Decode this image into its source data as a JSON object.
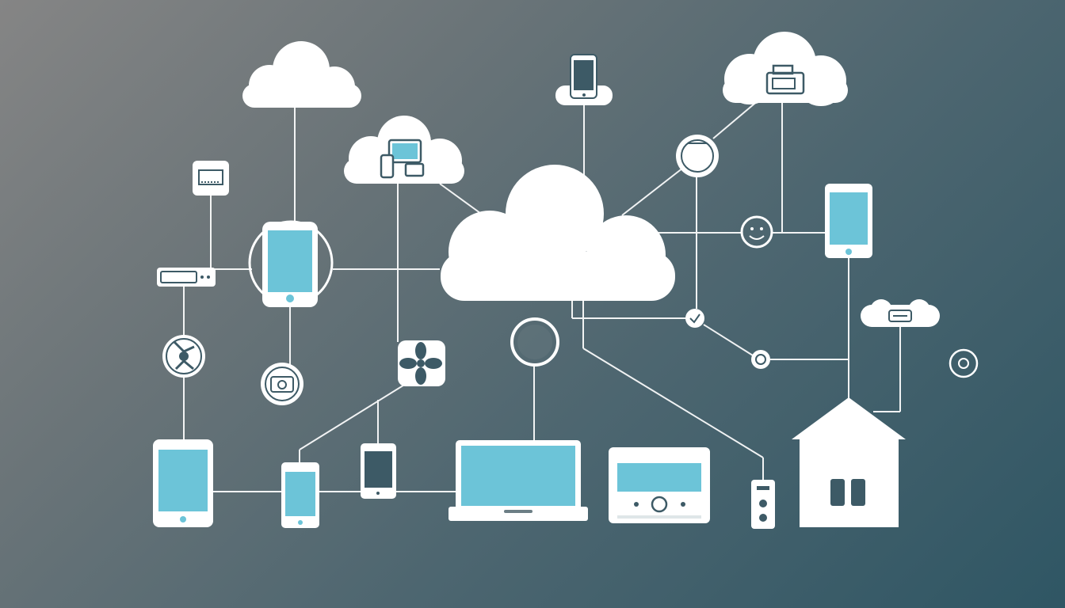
{
  "colors": {
    "background_start": "#858585",
    "background_end": "#2f5664",
    "line": "#ffffff",
    "device_fill": "#ffffff",
    "screen": "#6cc4d8",
    "icon_dark": "#3d5a66"
  },
  "nodes": [
    {
      "id": "main-cloud",
      "icon": "cloud-icon"
    },
    {
      "id": "cloud-top-left",
      "icon": "cloud-icon"
    },
    {
      "id": "cloud-devices",
      "icon": "cloud-devices-icon"
    },
    {
      "id": "cloud-printer",
      "icon": "cloud-printer-icon"
    },
    {
      "id": "cloud-phone",
      "icon": "cloud-phone-icon"
    },
    {
      "id": "cloud-small-right",
      "icon": "cloud-icon"
    },
    {
      "id": "tablet-circled",
      "icon": "tablet-icon"
    },
    {
      "id": "router",
      "icon": "router-icon"
    },
    {
      "id": "tag-device",
      "icon": "tag-icon"
    },
    {
      "id": "network-circle",
      "icon": "network-icon"
    },
    {
      "id": "camera-circle",
      "icon": "camera-icon"
    },
    {
      "id": "fan-square",
      "icon": "fan-icon"
    },
    {
      "id": "globe-circle",
      "icon": "globe-icon"
    },
    {
      "id": "clock-circle",
      "icon": "clock-icon"
    },
    {
      "id": "smiley-circle",
      "icon": "smiley-icon"
    },
    {
      "id": "check-node",
      "icon": "check-icon"
    },
    {
      "id": "dot-node",
      "icon": "dot-icon"
    },
    {
      "id": "power-circle",
      "icon": "power-icon"
    },
    {
      "id": "phone-right",
      "icon": "smartphone-icon"
    },
    {
      "id": "tablet-bottom-left",
      "icon": "tablet-icon"
    },
    {
      "id": "phone-bottom",
      "icon": "smartphone-icon"
    },
    {
      "id": "phone-mid",
      "icon": "smartphone-icon"
    },
    {
      "id": "laptop",
      "icon": "laptop-icon"
    },
    {
      "id": "stereo",
      "icon": "stereo-icon"
    },
    {
      "id": "remote",
      "icon": "remote-icon"
    },
    {
      "id": "house",
      "icon": "house-icon"
    }
  ]
}
